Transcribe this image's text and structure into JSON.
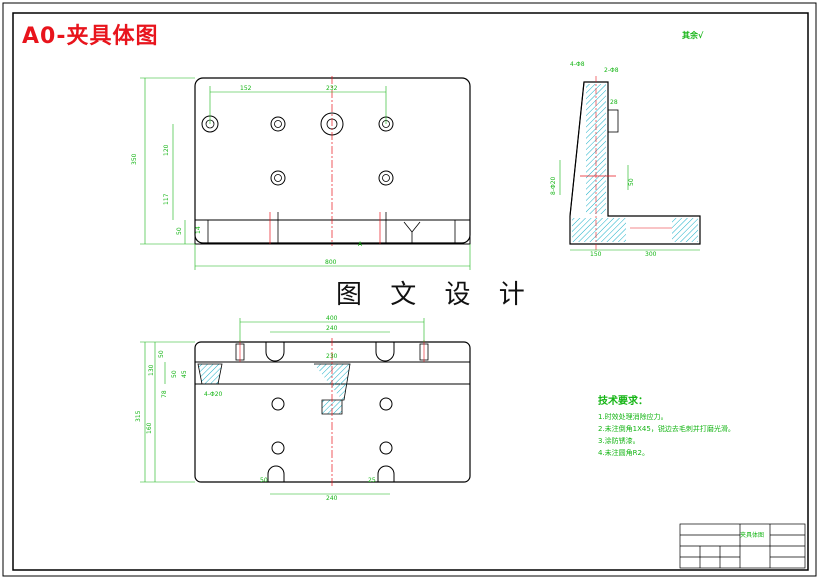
{
  "sheet": {
    "title": "A0-夹具体图",
    "watermark": "图 文 设 计",
    "roughness": "其余√"
  },
  "front_view": {
    "dims": [
      "152",
      "232",
      "350",
      "120",
      "117",
      "50",
      "14",
      "800",
      "A"
    ]
  },
  "side_view": {
    "dims": [
      "4-Φ8",
      "2-Φ8",
      "28",
      "8-Φ20",
      "50",
      "150",
      "300"
    ]
  },
  "top_view": {
    "dims": [
      "400",
      "240",
      "50",
      "130",
      "50",
      "45",
      "78",
      "230",
      "4-Φ20",
      "315",
      "160",
      "240",
      "50",
      "25"
    ]
  },
  "technical_requirements": {
    "heading": "技术要求：",
    "items": [
      "1.时效处理消除应力。",
      "2.未注倒角1X45，锐边去毛刺并打磨光滑。",
      "3.涂防锈漆。",
      "4.未注圆角R2。"
    ]
  },
  "title_block": {
    "name": "夹具体图"
  },
  "colors": {
    "outline": "#000000",
    "dimension": "#15b515",
    "centerline": "#e8141c",
    "hatch": "#19b0c8",
    "title": "#e8141c"
  }
}
